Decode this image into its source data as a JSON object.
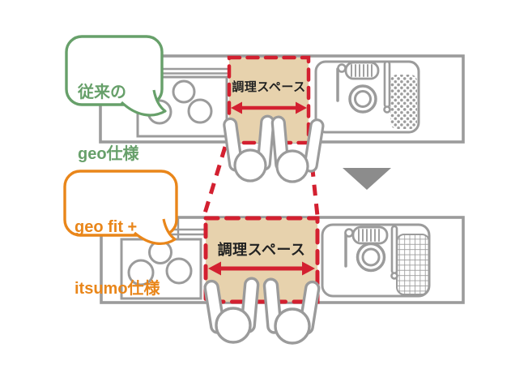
{
  "diagram": {
    "description_labels": [
      {
        "id": "conventional",
        "line1": "従来の",
        "line2": "geo仕様",
        "color": "#67a06a"
      },
      {
        "id": "geo_fit_itsumo",
        "line1": "geo fit +",
        "line2": "itsumo仕様",
        "color": "#e9861a"
      }
    ],
    "kitchens": [
      {
        "id": "conventional-top",
        "workspace_label": "調理スペース"
      },
      {
        "id": "geo-fit-itsumo-bottom",
        "workspace_label": "調理スペース"
      }
    ],
    "icons": {
      "transition": "down-triangle-icon",
      "workspace_width": "double-headed-arrow-icon"
    },
    "colors": {
      "outline_gray": "#9b9b9b",
      "highlight_red": "#d32030",
      "workspace_tan": "#e7d2ad",
      "transition_gray": "#8c8c8c",
      "conventional_green": "#67a06a",
      "new_orange": "#e9861a"
    }
  }
}
